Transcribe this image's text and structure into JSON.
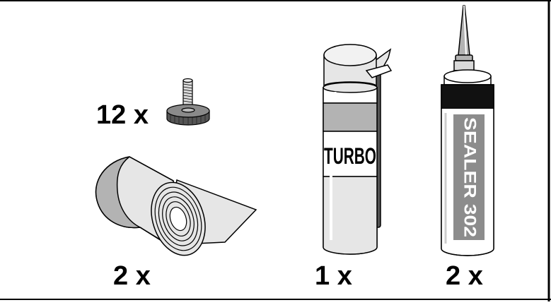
{
  "items": [
    {
      "id": "leveling-feet",
      "quantity": "12 x"
    },
    {
      "id": "tape-roll",
      "quantity": "2 x"
    },
    {
      "id": "foam-can",
      "quantity": "1 x",
      "label": "TURBO"
    },
    {
      "id": "sealer-tube",
      "quantity": "2 x",
      "label": "SEALER 302"
    }
  ],
  "colors": {
    "outline": "#000000",
    "light_gray": "#e6e6e6",
    "mid_gray": "#b3b3b3",
    "dark_gray": "#555555",
    "background": "#ffffff"
  }
}
